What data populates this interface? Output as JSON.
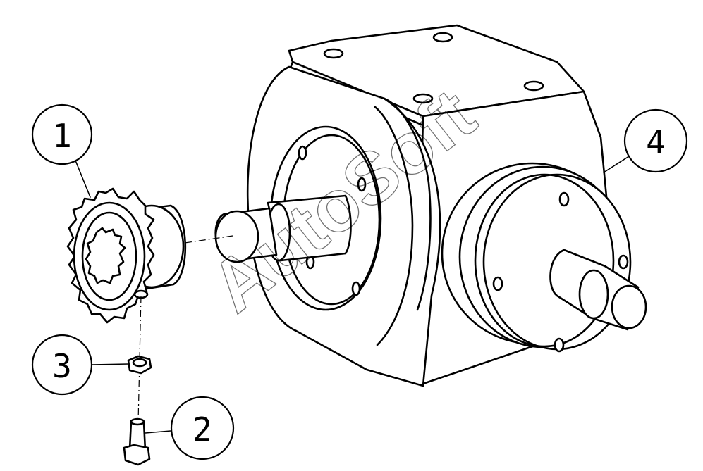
{
  "diagram": {
    "callouts": [
      {
        "id": "1",
        "label": "1"
      },
      {
        "id": "2",
        "label": "2"
      },
      {
        "id": "3",
        "label": "3"
      },
      {
        "id": "4",
        "label": "4"
      }
    ],
    "watermark": "AutoSoft"
  }
}
